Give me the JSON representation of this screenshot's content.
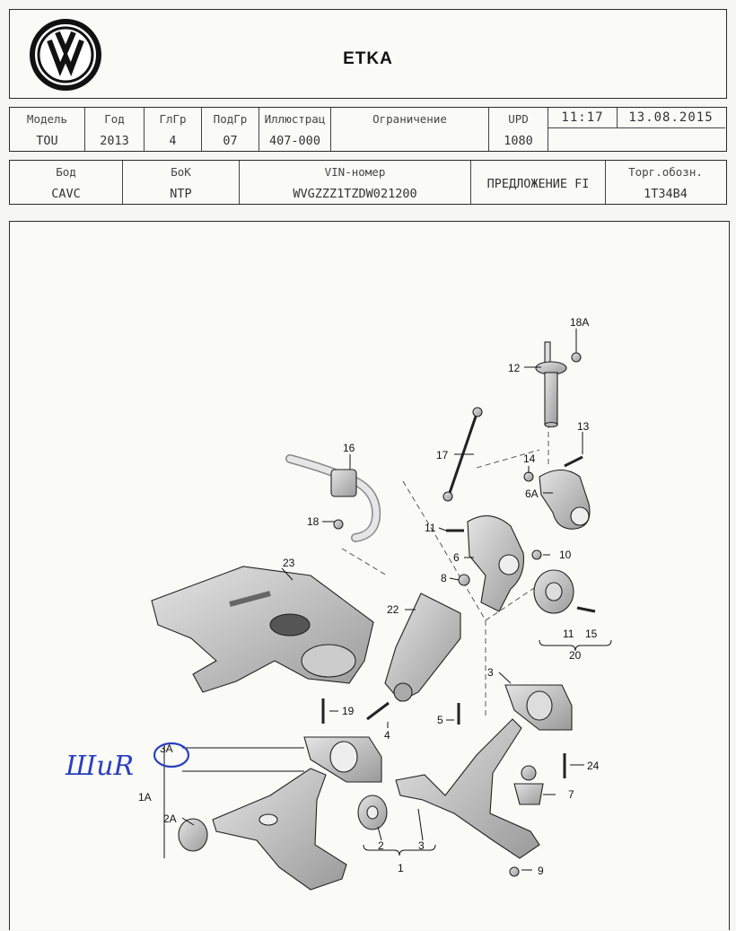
{
  "header": {
    "title": "ETKA"
  },
  "info_row1": {
    "model": {
      "label": "Модель",
      "value": "TOU"
    },
    "year": {
      "label": "Год",
      "value": "2013"
    },
    "main_group": {
      "label": "ГлГр",
      "value": "4"
    },
    "sub_group": {
      "label": "ПодГр",
      "value": "07"
    },
    "illustration": {
      "label": "Иллюстрац",
      "value": "407-000"
    },
    "restriction": {
      "label": "Ограничение",
      "value": ""
    },
    "upd": {
      "label": "UPD",
      "value": "1080"
    },
    "time": "11:17",
    "date": "13.08.2015"
  },
  "info_row2": {
    "body": {
      "label": "Бод",
      "value": "CAVC"
    },
    "gearbox": {
      "label": "БоК",
      "value": "NTP"
    },
    "vin": {
      "label": "VIN-номер",
      "value": "WVGZZZ1TZDW021200"
    },
    "offer": "ПРЕДЛОЖЕНИЕ FI",
    "trade": {
      "label": "Торг.обозн.",
      "value": "1T34B4"
    }
  },
  "diagram": {
    "handwritten_note": "ШuR",
    "callouts": {
      "c18a_top": "18A",
      "c12": "12",
      "c13": "13",
      "c14": "14",
      "c6a": "6A",
      "c16": "16",
      "c17": "17",
      "c18": "18",
      "c11a": "11",
      "c6": "6",
      "c10": "10",
      "c8": "8",
      "c23": "23",
      "c22": "22",
      "c11b": "11",
      "c15": "15",
      "c20": "20",
      "c3top": "3",
      "c19": "19",
      "c4": "4",
      "c5": "5",
      "c24": "24",
      "c3a": "3A",
      "c1a": "1A",
      "c2a": "2A",
      "c7": "7",
      "c2": "2",
      "c3": "3",
      "c1": "1",
      "c9": "9"
    }
  }
}
